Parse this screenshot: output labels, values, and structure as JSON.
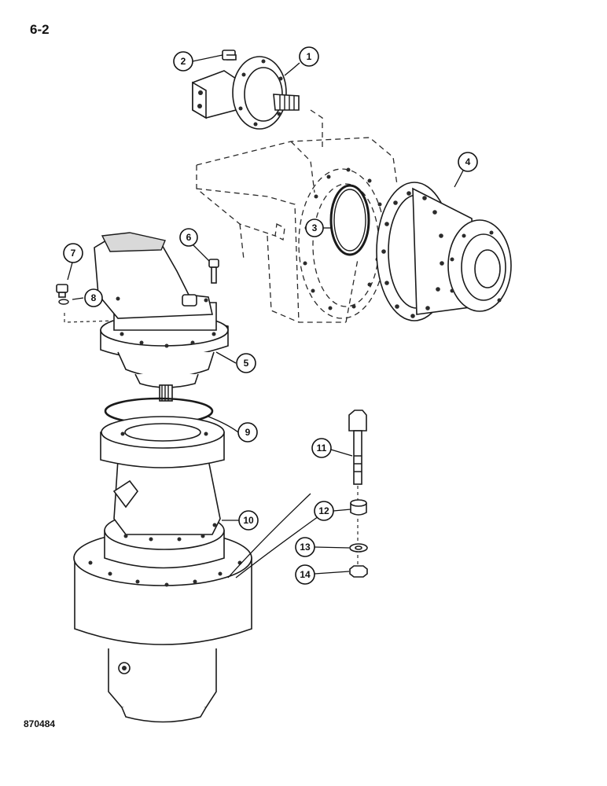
{
  "page": {
    "page_number": "6-2",
    "drawing_number": "870484"
  },
  "callouts": [
    {
      "id": "1",
      "part": "hydraulic motor"
    },
    {
      "id": "2",
      "part": "bolt"
    },
    {
      "id": "3",
      "part": "o-ring"
    },
    {
      "id": "4",
      "part": "wheel hub drive"
    },
    {
      "id": "5",
      "part": "swing motor"
    },
    {
      "id": "6",
      "part": "bolt"
    },
    {
      "id": "7",
      "part": "plug"
    },
    {
      "id": "8",
      "part": "seal"
    },
    {
      "id": "9",
      "part": "o-ring"
    },
    {
      "id": "10",
      "part": "swing gearbox"
    },
    {
      "id": "11",
      "part": "bolt"
    },
    {
      "id": "12",
      "part": "spacer"
    },
    {
      "id": "13",
      "part": "washer"
    },
    {
      "id": "14",
      "part": "nut"
    }
  ]
}
